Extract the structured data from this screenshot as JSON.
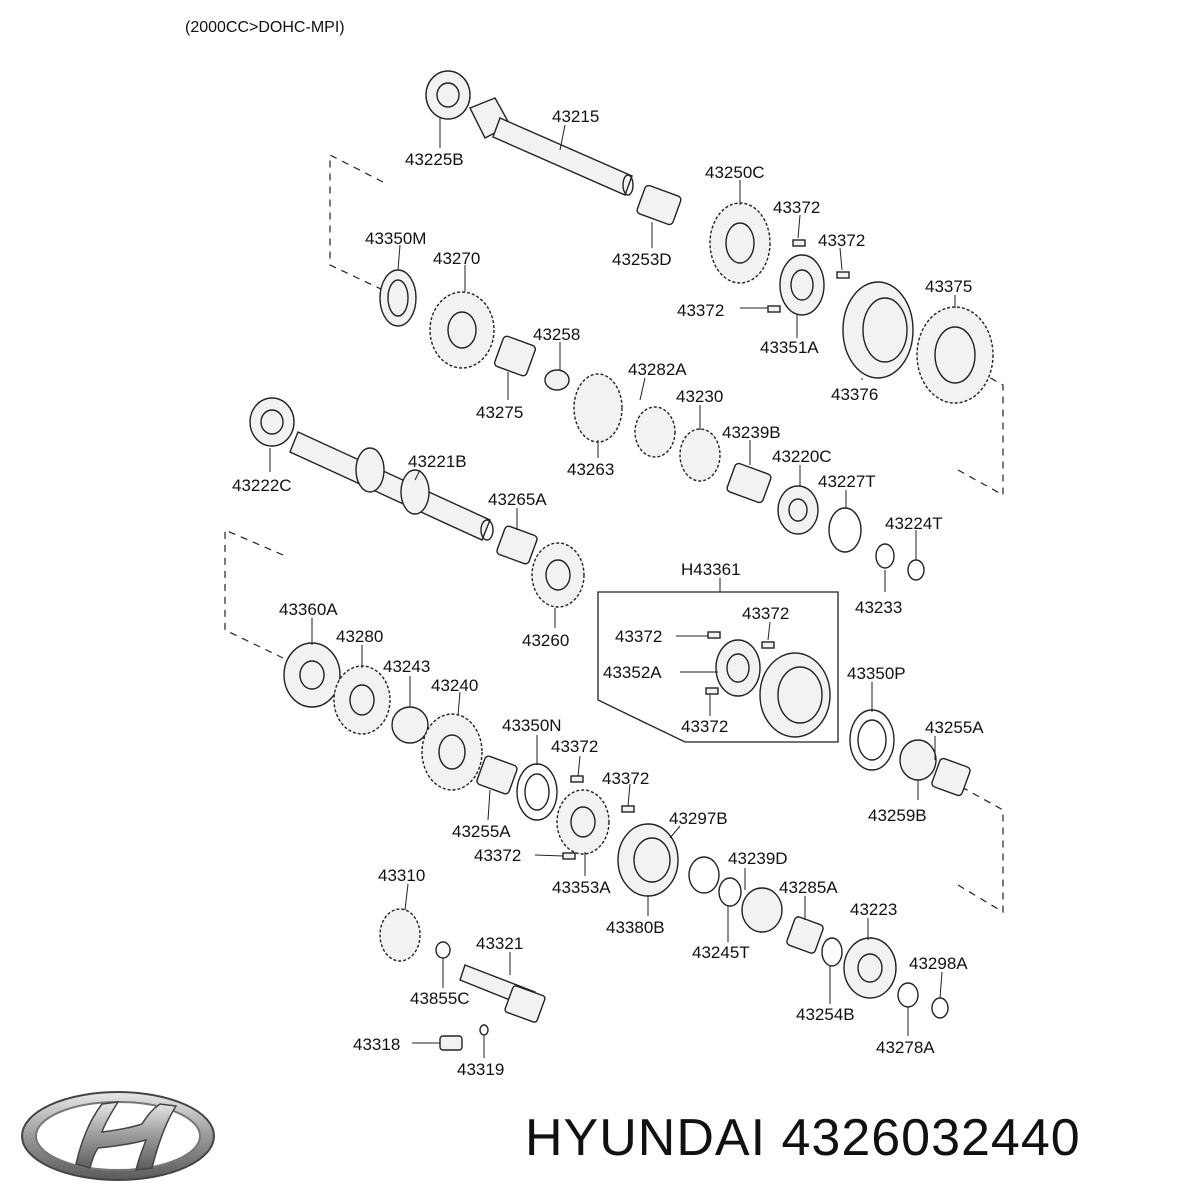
{
  "header": {
    "engine_spec": "(2000CC>DOHC-MPI)"
  },
  "brand": {
    "name": "HYUNDAI",
    "part_number": "4326032440"
  },
  "callouts": [
    {
      "id": "c1",
      "text": "43225B"
    },
    {
      "id": "c2",
      "text": "43215"
    },
    {
      "id": "c3",
      "text": "43250C"
    },
    {
      "id": "c4",
      "text": "43372"
    },
    {
      "id": "c5",
      "text": "43372"
    },
    {
      "id": "c6",
      "text": "43350M"
    },
    {
      "id": "c7",
      "text": "43270"
    },
    {
      "id": "c8",
      "text": "43253D"
    },
    {
      "id": "c9",
      "text": "43375"
    },
    {
      "id": "c10",
      "text": "43372"
    },
    {
      "id": "c11",
      "text": "43258"
    },
    {
      "id": "c12",
      "text": "43351A"
    },
    {
      "id": "c13",
      "text": "43282A"
    },
    {
      "id": "c14",
      "text": "43376"
    },
    {
      "id": "c15",
      "text": "43275"
    },
    {
      "id": "c16",
      "text": "43230"
    },
    {
      "id": "c17",
      "text": "43239B"
    },
    {
      "id": "c18",
      "text": "43263"
    },
    {
      "id": "c19",
      "text": "43221B"
    },
    {
      "id": "c20",
      "text": "43220C"
    },
    {
      "id": "c21",
      "text": "43227T"
    },
    {
      "id": "c22",
      "text": "43222C"
    },
    {
      "id": "c23",
      "text": "43265A"
    },
    {
      "id": "c24",
      "text": "43224T"
    },
    {
      "id": "c25",
      "text": "H43361"
    },
    {
      "id": "c26",
      "text": "43372"
    },
    {
      "id": "c27",
      "text": "43372"
    },
    {
      "id": "c28",
      "text": "43233"
    },
    {
      "id": "c29",
      "text": "43360A"
    },
    {
      "id": "c30",
      "text": "43260"
    },
    {
      "id": "c31",
      "text": "43280"
    },
    {
      "id": "c32",
      "text": "43352A"
    },
    {
      "id": "c33",
      "text": "43350P"
    },
    {
      "id": "c34",
      "text": "43243"
    },
    {
      "id": "c35",
      "text": "43240"
    },
    {
      "id": "c36",
      "text": "43372"
    },
    {
      "id": "c37",
      "text": "43255A"
    },
    {
      "id": "c38",
      "text": "43350N"
    },
    {
      "id": "c39",
      "text": "43372"
    },
    {
      "id": "c40",
      "text": "43372"
    },
    {
      "id": "c41",
      "text": "43297B"
    },
    {
      "id": "c42",
      "text": "43259B"
    },
    {
      "id": "c43",
      "text": "43255A"
    },
    {
      "id": "c44",
      "text": "43372"
    },
    {
      "id": "c45",
      "text": "43239D"
    },
    {
      "id": "c46",
      "text": "43310"
    },
    {
      "id": "c47",
      "text": "43353A"
    },
    {
      "id": "c48",
      "text": "43285A"
    },
    {
      "id": "c49",
      "text": "43380B"
    },
    {
      "id": "c50",
      "text": "43223"
    },
    {
      "id": "c51",
      "text": "43245T"
    },
    {
      "id": "c52",
      "text": "43321"
    },
    {
      "id": "c53",
      "text": "43298A"
    },
    {
      "id": "c54",
      "text": "43855C"
    },
    {
      "id": "c55",
      "text": "43254B"
    },
    {
      "id": "c56",
      "text": "43318"
    },
    {
      "id": "c57",
      "text": "43278A"
    },
    {
      "id": "c58",
      "text": "43319"
    }
  ],
  "icons": {
    "logo": "hyundai-logo-icon"
  }
}
